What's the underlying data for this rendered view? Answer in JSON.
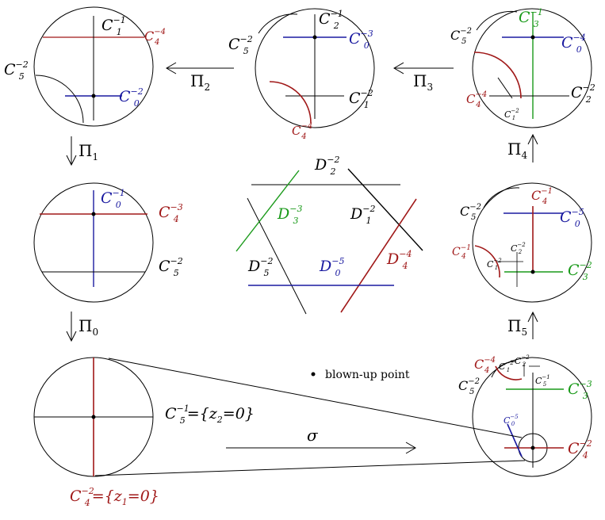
{
  "colors": {
    "black": "#000000",
    "red": "#a01818",
    "blue": "#1a1aa0",
    "green": "#1a9a1a"
  },
  "arrows": {
    "pi0": "Π",
    "pi0_sub": "0",
    "pi1": "Π",
    "pi1_sub": "1",
    "pi2": "Π",
    "pi2_sub": "2",
    "pi3": "Π",
    "pi3_sub": "3",
    "pi4": "Π",
    "pi4_sub": "4",
    "pi5": "Π",
    "pi5_sub": "5",
    "sigma": "σ"
  },
  "legend": {
    "text": "blown-up point"
  },
  "labels": {
    "c_letter": "C",
    "d_letter": "D",
    "m1": "−1",
    "m2": "−2",
    "m3": "−3",
    "m4": "−4",
    "m5": "−5",
    "s0": "0",
    "s1": "1",
    "s2": "2",
    "s3": "3",
    "s4": "4",
    "s5": "5"
  },
  "equations": {
    "c5_eq": "={z",
    "c5_eq_sub": "2",
    "c5_eq_end": "=0}",
    "c4_eq": "={z",
    "c4_eq_sub": "1",
    "c4_eq_end": "=0}"
  }
}
